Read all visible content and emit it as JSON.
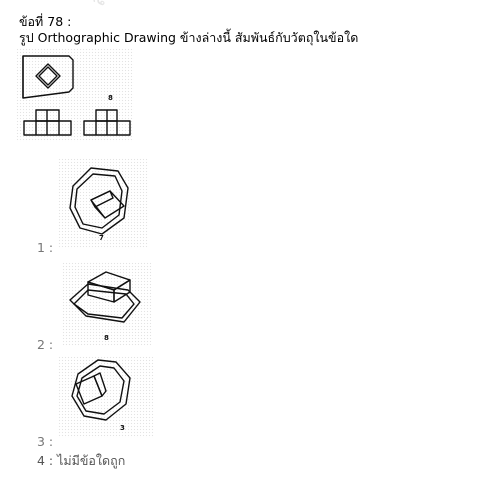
{
  "question": {
    "title": "ข้อที่ 78 :",
    "text": "รูป Orthographic Drawing ข้างล่างนี้ สัมพันธ์กับวัตถุในข้อใด",
    "watermark": "สิ"
  },
  "main_figure": {
    "label": "8"
  },
  "options": [
    {
      "label": "1 :",
      "figure_label": "7"
    },
    {
      "label": "2 :",
      "figure_label": "8"
    },
    {
      "label": "3 :",
      "figure_label": "3"
    },
    {
      "label": "4 : ไม่มีข้อใดถูก"
    }
  ]
}
